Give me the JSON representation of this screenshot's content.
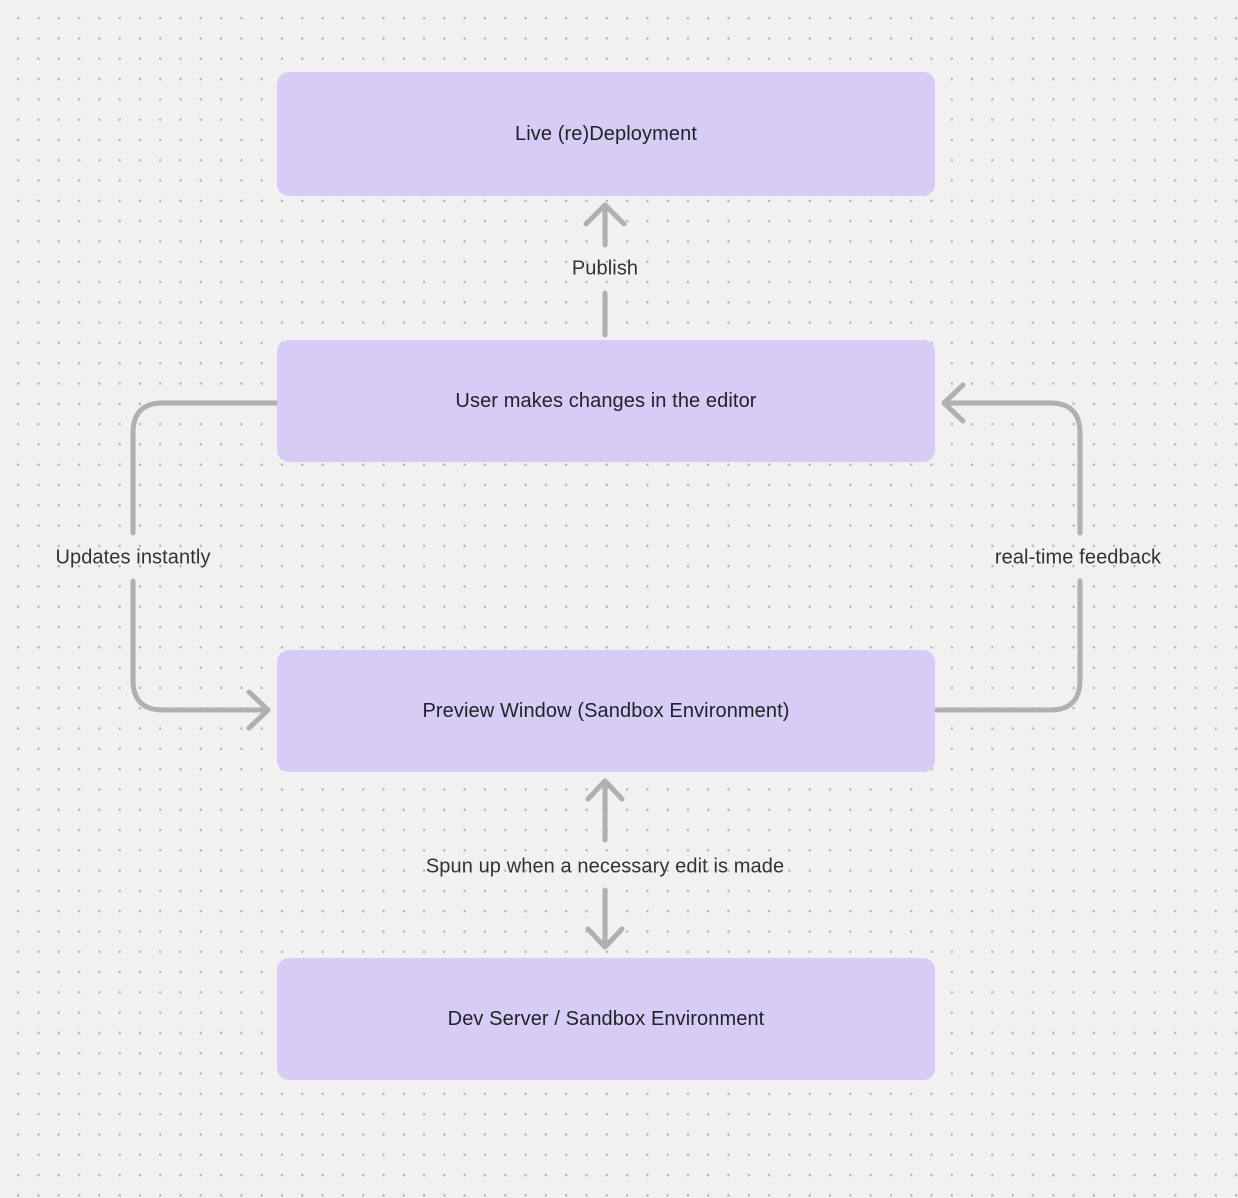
{
  "diagram": {
    "nodes": [
      {
        "id": "live-redeployment",
        "label": "Live (re)Deployment"
      },
      {
        "id": "user-editor",
        "label": "User makes changes in the editor"
      },
      {
        "id": "preview-window",
        "label": "Preview Window (Sandbox Environment)"
      },
      {
        "id": "dev-server",
        "label": "Dev Server / Sandbox Environment"
      }
    ],
    "edge_labels": {
      "publish": "Publish",
      "updates_instantly": "Updates instantly",
      "realtime_feedback": "real-time feedback",
      "spun_up": "Spun up when a necessary edit is made"
    },
    "colors": {
      "node_fill": "#d7ccf6",
      "node_text": "#232127",
      "arrow": "#b0b0b0",
      "label_text": "#323236",
      "background": "#f2f1f2",
      "dot": "#b9b9b9"
    }
  }
}
